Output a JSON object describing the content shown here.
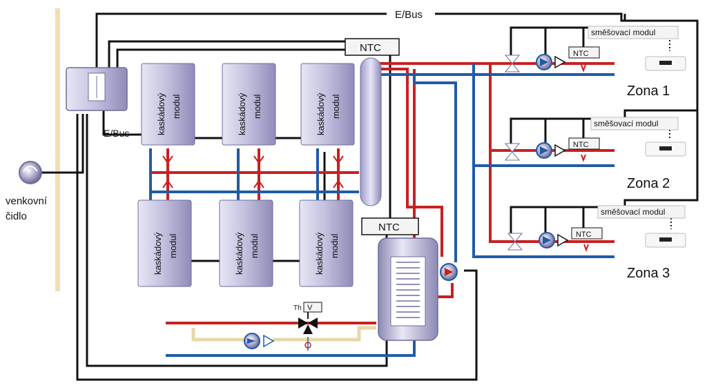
{
  "labels": {
    "ebus_top": "E/Bus",
    "ebus_side": "E/Bus",
    "ntc_main": "NTC",
    "ntc_tank": "NTC",
    "ntc_zone1": "NTC",
    "ntc_zone2": "NTC",
    "ntc_zone3": "NTC",
    "outdoor_line1": "venkovní",
    "outdoor_line2": "čidlo",
    "module_line1": "kaskádový",
    "module_line2": "modul",
    "mixing1": "směšovací modul",
    "mixing2": "směšovací modul",
    "mixing3": "směšovací modul",
    "zone1": "Zona 1",
    "zone2": "Zona 2",
    "zone3": "Zona 3",
    "thv_th": "Th",
    "thv_v": "V"
  },
  "colors": {
    "supply_red": "#c8201f",
    "return_blue": "#1f5ba8",
    "bus_black": "#111111",
    "dhw_beige": "#e8d7a8",
    "module_body": "#b9b8d6",
    "module_dark": "#7d7aa6",
    "wall_beige": "#f1dfb5"
  }
}
